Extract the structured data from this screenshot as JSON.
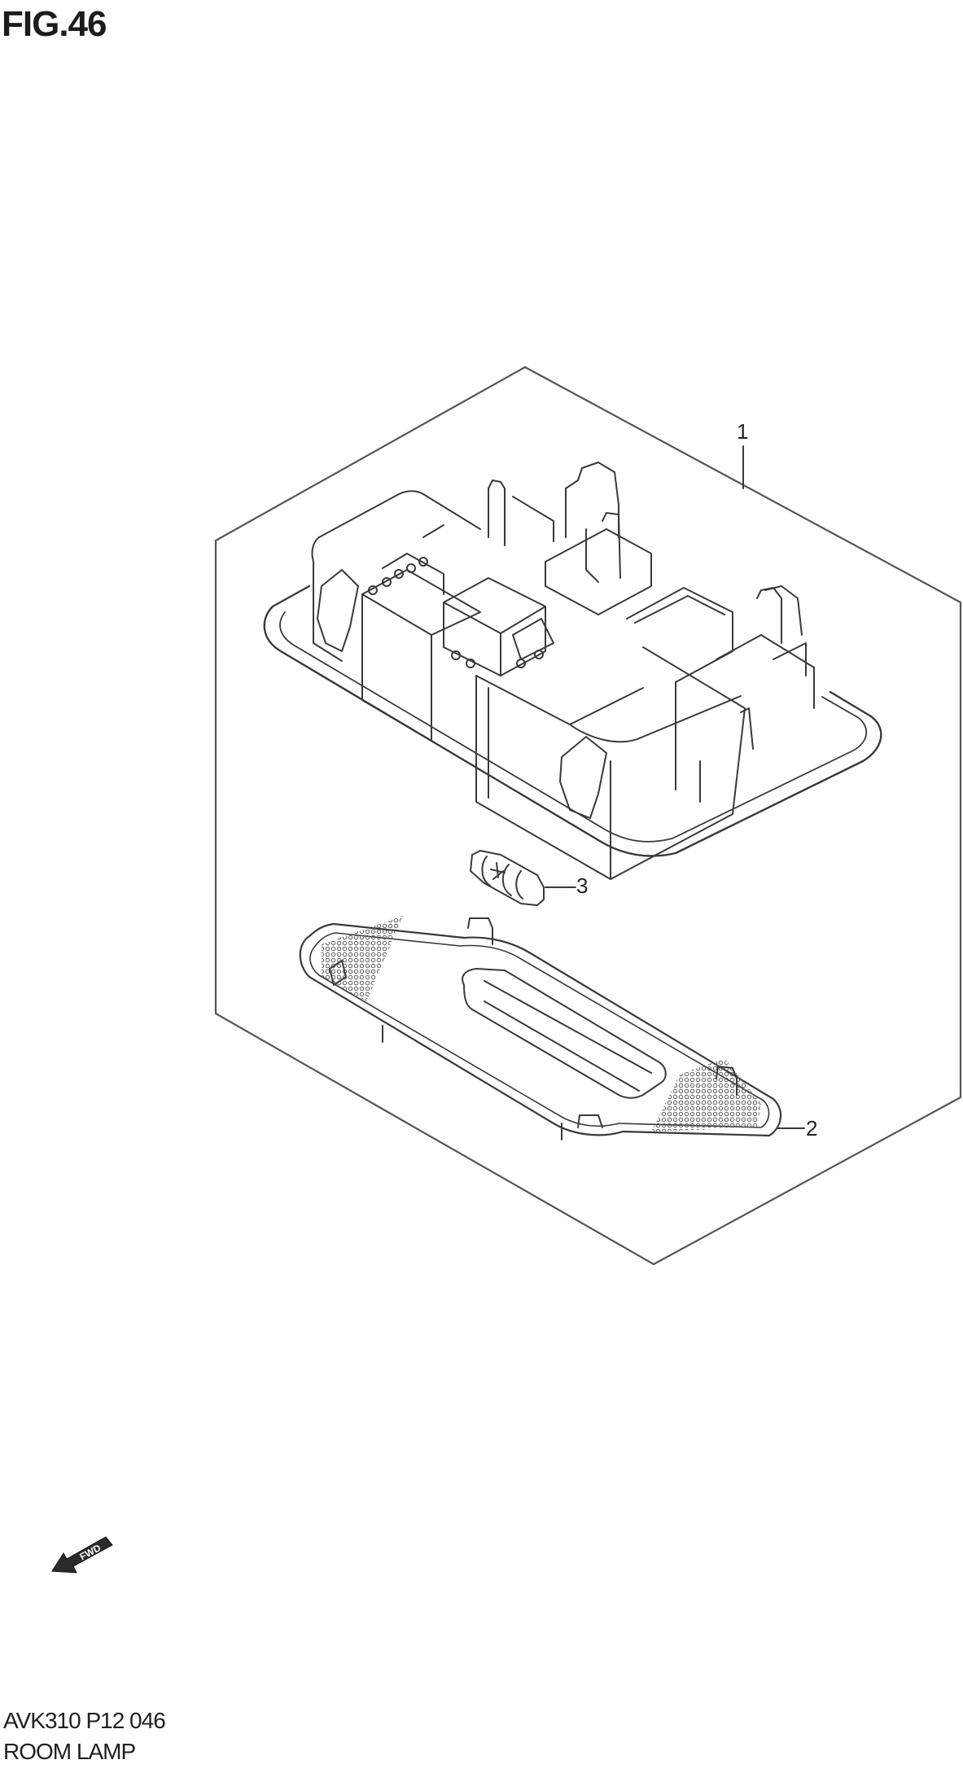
{
  "figure": {
    "title": "FIG.46",
    "code": "AVK310 P12 046",
    "name": "ROOM LAMP"
  },
  "callouts": [
    {
      "number": "1",
      "part": "room-lamp-housing-assembly"
    },
    {
      "number": "2",
      "part": "lens-cover"
    },
    {
      "number": "3",
      "part": "bulb"
    }
  ],
  "direction_indicator": {
    "label": "FWD",
    "icon": "forward-arrow-icon"
  },
  "colors": {
    "line": "#333333",
    "background": "#ffffff",
    "text": "#1c1c1c"
  }
}
